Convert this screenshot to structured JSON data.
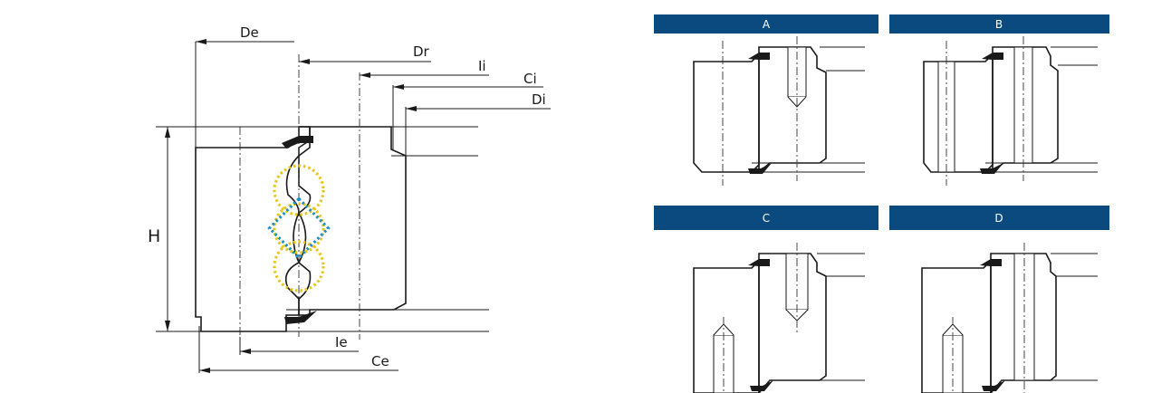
{
  "main_diagram": {
    "dimension_labels": {
      "De": "De",
      "Dr": "Dr",
      "Ii": "Ii",
      "Ci": "Ci",
      "Di": "Di",
      "H": "H",
      "Ie": "Ie",
      "Ce": "Ce"
    },
    "raceway_colors": {
      "balls": "#e8c619",
      "rollers": "#1f8fc4"
    }
  },
  "variants": [
    {
      "label": "A"
    },
    {
      "label": "B"
    },
    {
      "label": "C"
    },
    {
      "label": "D"
    }
  ],
  "colors": {
    "caption_bar": "#0a4a7e",
    "outline": "#1a1a1a"
  }
}
